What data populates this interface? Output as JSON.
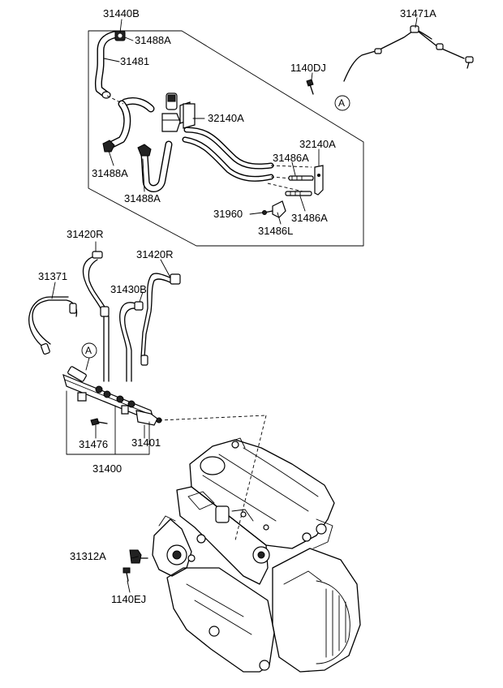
{
  "labels": {
    "p31440B": "31440B",
    "p31488A_top": "31488A",
    "p31481": "31481",
    "p31471A": "31471A",
    "p1140DJ": "1140DJ",
    "p32140A_mid": "32140A",
    "p32140A_right": "32140A",
    "p31486A_top": "31486A",
    "p31488A_left": "31488A",
    "p31488A_bottom": "31488A",
    "p31960": "31960",
    "p31486A_bottom": "31486A",
    "p31486L": "31486L",
    "p31420R_left": "31420R",
    "p31420R_right": "31420R",
    "p31371": "31371",
    "p31430B": "31430B",
    "p31476": "31476",
    "p31401": "31401",
    "p31400": "31400",
    "p31312A": "31312A",
    "p1140EJ": "1140EJ"
  },
  "callouts": {
    "a_top": "A",
    "a_rail": "A"
  },
  "icons": {
    "callout_shape": "circle-letter-icon",
    "engine": "engine-block-illustration"
  }
}
